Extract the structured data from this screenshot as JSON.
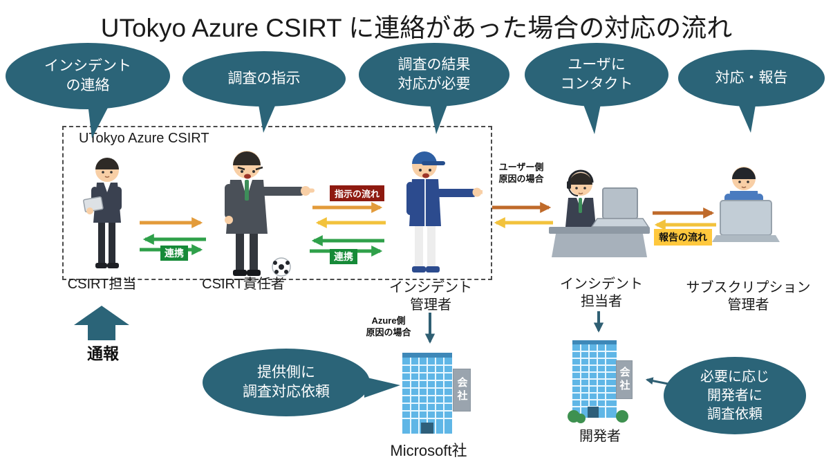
{
  "title": "UTokyo Azure CSIRT に連絡があった場合の対応の流れ",
  "group_box": {
    "label": "UTokyo Azure CSIRT"
  },
  "speech_bubbles": [
    {
      "text": "インシデント\nの連絡"
    },
    {
      "text": "調査の指示"
    },
    {
      "text": "調査の結果\n対応が必要"
    },
    {
      "text": "ユーザに\nコンタクト"
    },
    {
      "text": "対応・報告"
    }
  ],
  "actors": [
    {
      "label": "CSIRT担当"
    },
    {
      "label": "CSIRT責任者"
    },
    {
      "label": "インシデント\n管理者"
    },
    {
      "label": "インシデント\n担当者"
    },
    {
      "label": "サブスクリプション\n管理者"
    }
  ],
  "flow_labels": {
    "instruction_flow": "指示の流れ",
    "report_flow": "報告の流れ",
    "cooperation_left": "連携",
    "cooperation_right": "連携",
    "user_side_cause": "ユーザー側\n原因の場合",
    "azure_side_cause": "Azure側\n原因の場合",
    "report_call": "通報"
  },
  "bottom_bubbles": [
    {
      "text": "提供側に\n調査対応依頼"
    },
    {
      "text": "必要に応じ\n開発者に\n調査依頼"
    }
  ],
  "buildings": [
    {
      "label": "Microsoft社",
      "sign": "会社"
    },
    {
      "label": "開発者",
      "sign": "会社"
    }
  ],
  "colors": {
    "bubble": "#2b6478",
    "arrow_orange": "#e39b3a",
    "arrow_yellow": "#f2c23c",
    "arrow_brown": "#bf6a2a",
    "arrow_green": "#2fa04a",
    "arrow_navy": "#2f5f73",
    "badge_red": "#8e1a10",
    "badge_green": "#168a38",
    "badge_yellow": "#ffc83d"
  }
}
